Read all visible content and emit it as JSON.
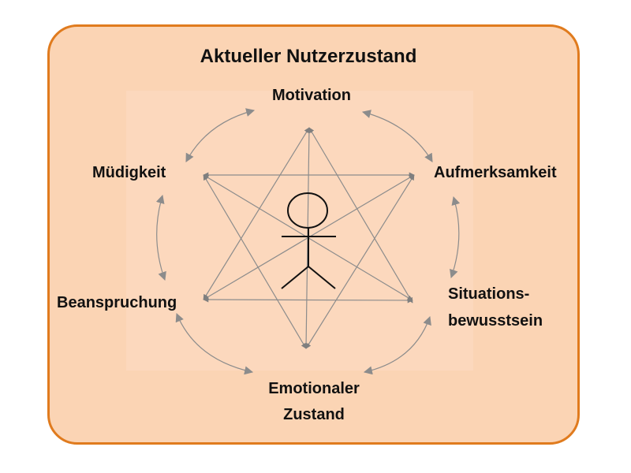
{
  "diagram": {
    "title": "Aktueller Nutzerzustand",
    "nodes": {
      "motivation": "Motivation",
      "aufmerksamkeit": "Aufmerksamkeit",
      "situation_line1": "Situations-",
      "situation_line2": "bewusstsein",
      "emotional_line1": "Emotionaler",
      "emotional_line2": "Zustand",
      "beanspruchung": "Beanspruchung",
      "muedigkeit": "Müdigkeit"
    },
    "icons": {
      "center": "stick-figure-icon"
    },
    "colors": {
      "frame_border": "#e07b1e",
      "frame_fill": "#fbd4b4",
      "inner_panel": "#fcd8bd",
      "connector": "#8c8c8c",
      "arrowhead": "#7f7f7f",
      "figure": "#111111",
      "text": "#111111"
    }
  }
}
